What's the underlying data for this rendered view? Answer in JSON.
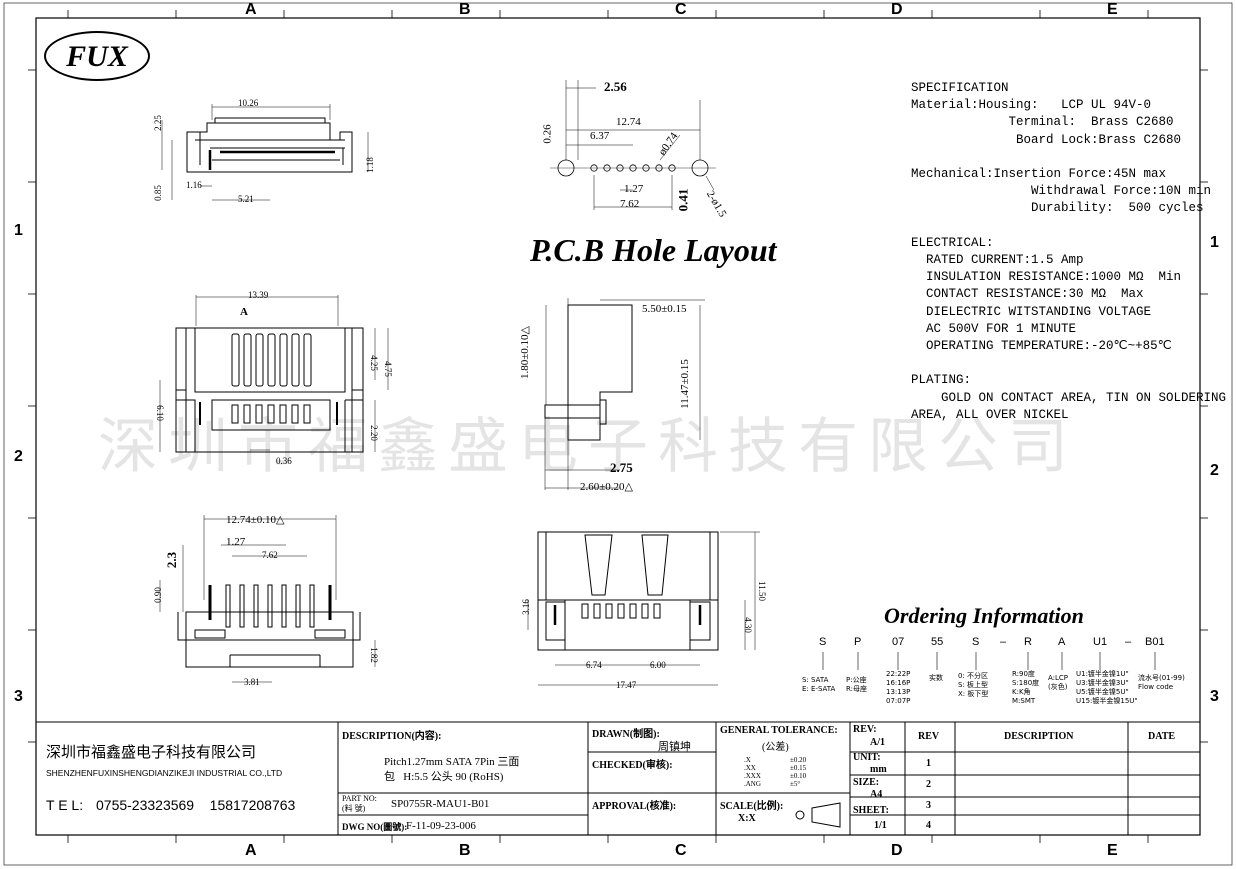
{
  "zones": {
    "cols": [
      "A",
      "B",
      "C",
      "D",
      "E"
    ],
    "rows": [
      "1",
      "2",
      "3"
    ]
  },
  "logo": "FUX",
  "titles": {
    "pcb": "P.C.B Hole Layout",
    "ordering": "Ordering Information"
  },
  "watermark": "深圳市福鑫盛电子科技有限公司",
  "spec": {
    "l1": "SPECIFICATION",
    "l2": "Material:Housing:   LCP UL 94V-0",
    "l3": "             Terminal:  Brass C2680",
    "l4": "              Board Lock:Brass C2680",
    "l5": "Mechanical:Insertion Force:45N max",
    "l6": "                Withdrawal Force:10N min",
    "l7": "                Durability:  500 cycles",
    "l8": "ELECTRICAL:",
    "l9": "  RATED CURRENT:1.5 Amp",
    "l10": "  INSULATION RESISTANCE:1000 MΩ  Min",
    "l11": "  CONTACT RESISTANCE:30 MΩ  Max",
    "l12": "  DIELECTRIC WITSTANDING VOLTAGE",
    "l13": "  AC 500V FOR 1 MINUTE",
    "l14": "  OPERATING TEMPERATURE:-20℃~+85℃",
    "l15": "PLATING:",
    "l16": "    GOLD ON CONTACT AREA, TIN ON SOLDERING",
    "l17": "AREA, ALL OVER NICKEL"
  },
  "dims": {
    "top_10_26": "10.26",
    "top_2_25": "2.25",
    "top_0_85": "0.85",
    "top_1_16": "1.16",
    "top_5_21": "5.21",
    "top_1_18": "1.18",
    "pcb_2_56": "2.56",
    "pcb_12_74": "12.74",
    "pcb_6_37": "6.37",
    "pcb_0_26": "0.26",
    "pcb_d074": "ø0.74",
    "pcb_1_27": "1.27",
    "pcb_7_62": "7.62",
    "pcb_0_41": "0.41",
    "pcb_2d15": "2-ø1.5",
    "fr_13_39": "13.39",
    "fr_A": "A",
    "fr_4_25": "4.25",
    "fr_4_75": "4.75",
    "fr_6_10": "6.10",
    "fr_2_20": "2.20",
    "fr_0_36": "0.36",
    "sd_5_50": "5.50±0.15",
    "sd_1_80": "1.80±0.10△",
    "sd_11_47": "11.47±0.15",
    "sd_2_75": "2.75",
    "sd_2_60": "2.60±0.20△",
    "bt_12_74": "12.74±0.10△",
    "bt_1_27": "1.27",
    "bt_7_62": "7.62",
    "bt_2_3": "2.3",
    "bt_0_90": "0.90",
    "bt_1_82": "1.82",
    "bt_3_81": "3.81",
    "rv_11_50": "11.50",
    "rv_3_16": "3.16",
    "rv_4_30": "4.30",
    "rv_6_74": "6.74",
    "rv_6_00": "6.00",
    "rv_17_47": "17.47"
  },
  "ordering": {
    "codes": [
      "S",
      "P",
      "07",
      "55",
      "S",
      "R",
      "A",
      "U1",
      "B01"
    ],
    "desc_s": "S: SATA\nE: E-SATA",
    "desc_p": "P:公座\nR:母座",
    "desc_07": "22:22P\n16:16P\n13:13P\n07:07P",
    "desc_55": "实数",
    "desc_s2": "0: 不分区\nS: 板上型\nX: 板下型",
    "desc_r": "R:90度\nS:180度\nK:K角\nM:SMT",
    "desc_a": "A:LCP\n(灰色)",
    "desc_u1": "U1:镀半金镍1U\"\nU3:镀半金镍3U\"\nU5:镀半金镍5U\"\nU15:镀半金镍15U\"",
    "desc_b01": "流水号(01-99)\nFlow code"
  },
  "company": {
    "name_cn": "深圳市福鑫盛电子科技有限公司",
    "name_en": "SHENZHENFUXINSHENGDIANZIKEJI INDUSTRIAL CO.,LTD",
    "tel_label": "T E L:",
    "tel": "0755-23323569    15817208763"
  },
  "titleblock": {
    "desc_label": "DESCRIPTION(内容):",
    "desc_1": "Pitch1.27mm SATA 7Pin 三面",
    "desc_2": "包   H:5.5 公头 90 (RoHS)",
    "part_label_1": "PART NO:",
    "part_label_2": "(料     號)",
    "part_no": "SP0755R-MAU1-B01",
    "dwg_label": "DWG NO(圖號):",
    "dwg_no": "F-11-09-23-006",
    "drawn_label": "DRAWN(制图):",
    "drawn_by": "周镇坤",
    "checked_label": "CHECKED(审核):",
    "approval_label": "APPROVAL(核准):",
    "tol_label": "GENERAL TOLERANCE:",
    "tol_sub": "(公差)",
    "tol_rows": [
      ".X",
      ".XX",
      ".XXX",
      ".ANG"
    ],
    "tol_vals": [
      "±0.20",
      "±0.15",
      "±0.10",
      "±5°"
    ],
    "scale_label": "SCALE(比例):",
    "scale": "X:X",
    "rev_label": "REV:",
    "rev": "A/1",
    "unit_label": "UNIT:",
    "unit": "mm",
    "size_label": "SIZE:",
    "size": "A4",
    "sheet_label": "SHEET:",
    "sheet": "1/1",
    "rev_head": "REV",
    "description_head": "DESCRIPTION",
    "date_head": "DATE",
    "rev_rows": [
      "1",
      "2",
      "3",
      "4"
    ]
  }
}
